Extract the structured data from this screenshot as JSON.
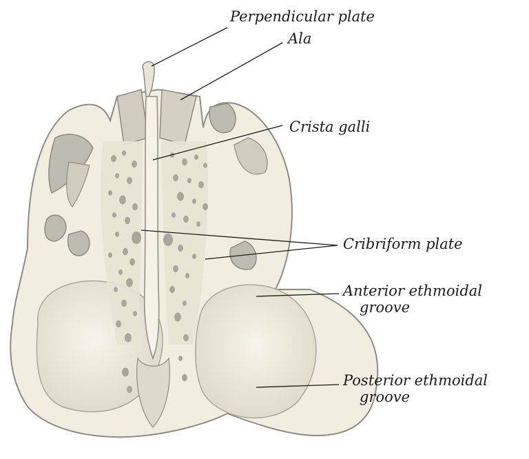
{
  "labels": {
    "perpendicular_plate": "Perpendicular plate",
    "ala": "Ala",
    "crista_galli": "Crista galli",
    "cribriform_plate": "Cribriform plate",
    "anterior_groove_line1": "Anterior ethmoidal",
    "anterior_groove_line2": "groove",
    "posterior_groove_line1": "Posterior ethmoidal",
    "posterior_groove_line2": "groove"
  },
  "colors": {
    "bone": "#efeee0",
    "bone_shadow": "#d9d7c6",
    "recess": "#bdbcb1",
    "outline": "#8d8c84",
    "leader": "#1b1b1b"
  }
}
